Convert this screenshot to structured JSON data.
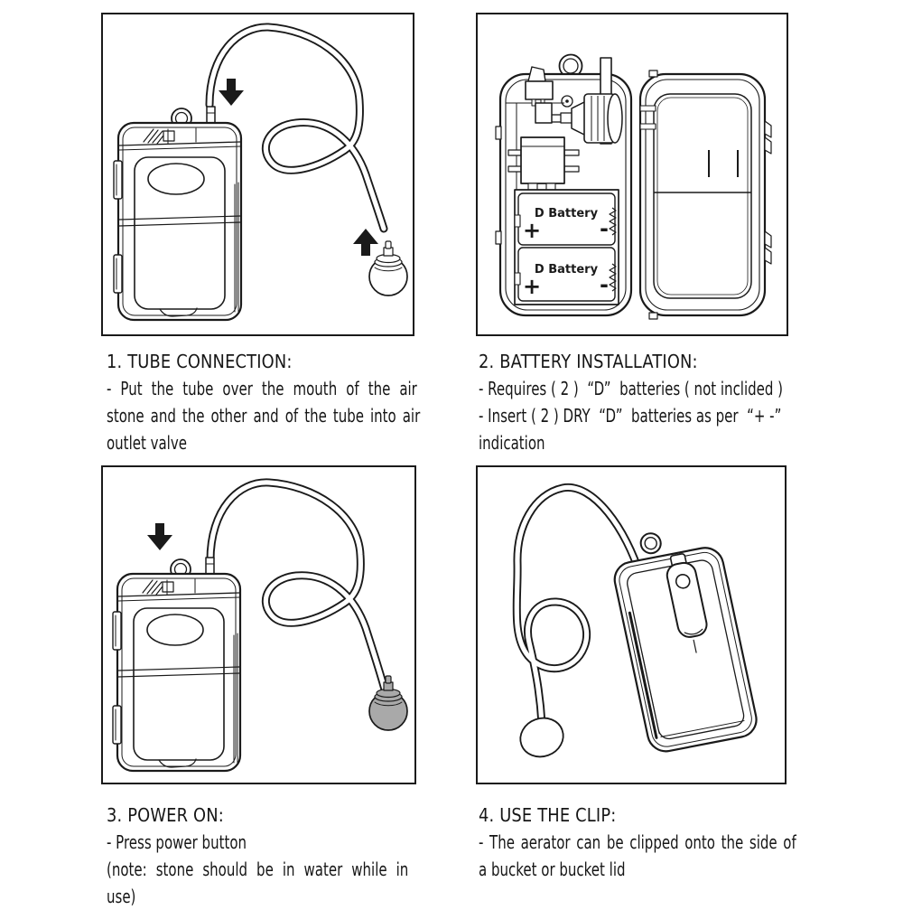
{
  "document": {
    "type": "product-instruction-sheet",
    "ink_color": "#1a1a1a",
    "background": "#ffffff"
  },
  "panels": [
    {
      "number": "1",
      "title": "1. TUBE CONNECTION:",
      "lines": [
        "- Put the tube over the mouth of the air",
        "stone and the other and of the tube into air",
        "outlet valve"
      ],
      "illustration": "air-pump-with-tube-and-air-stone",
      "icons": [
        "arrow-down",
        "arrow-up"
      ]
    },
    {
      "number": "2",
      "title": "2. BATTERY INSTALLATION:",
      "lines": [
        "- Requires ( 2 )  “D”  batteries ( not inclided )",
        "- Insert ( 2 ) DRY  “D”  batteries as per  “+ -”",
        "indication"
      ],
      "illustration": "open-case-with-batteries-and-motor",
      "battery_slots": [
        {
          "label": "D Battery",
          "plus": "+",
          "minus": "-"
        },
        {
          "label": "D Battery",
          "plus": "+",
          "minus": "-"
        }
      ]
    },
    {
      "number": "3",
      "title": "3. POWER ON:",
      "lines": [
        "- Press power button",
        "(note: stone should be in water while in",
        "use)"
      ],
      "illustration": "air-pump-power-button-press",
      "icons": [
        "arrow-down"
      ]
    },
    {
      "number": "4",
      "title": "4. USE THE CLIP:",
      "lines": [
        "- The aerator can be clipped onto the side of",
        "a bucket or bucket lid"
      ],
      "illustration": "aerator-with-belt-clip",
      "icons": []
    }
  ]
}
